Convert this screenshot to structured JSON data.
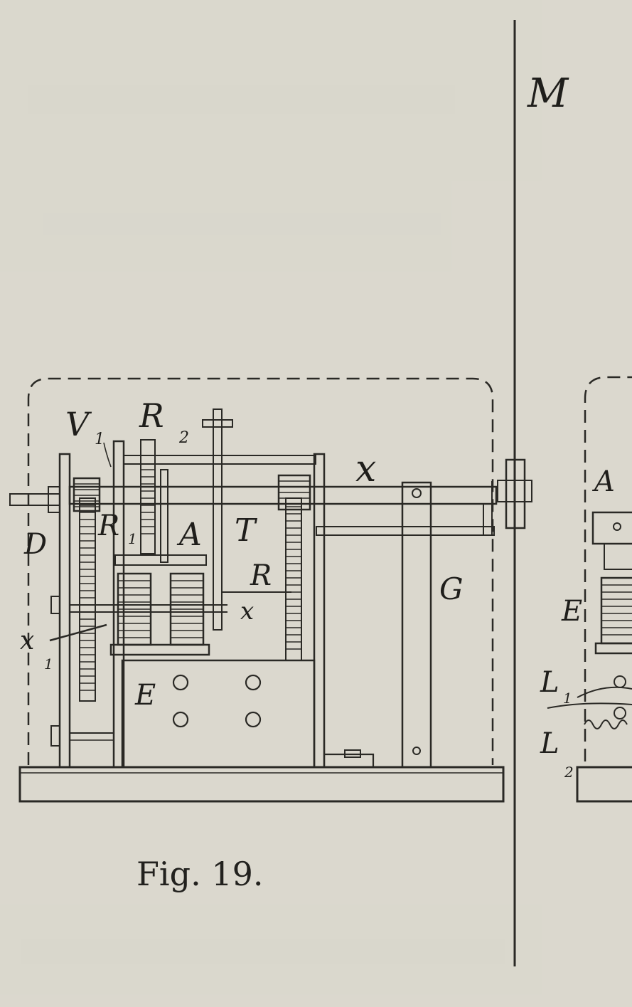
{
  "figure": {
    "caption": "Fig. 19.",
    "labels": {
      "V1_main": "V",
      "V1_sub": "1",
      "R2_main": "R",
      "R2_sub": "2",
      "R1_main": "R",
      "R1_sub": "1",
      "R_main": "R",
      "D": "D",
      "A": "A",
      "T": "T",
      "X": "x",
      "x_small": "x",
      "x1_main": "x",
      "x1_sub": "1",
      "E": "E",
      "G": "G"
    }
  },
  "side_figure": {
    "labels": {
      "M": "M",
      "A_partial": "A",
      "E": "E",
      "L1_main": "L",
      "L1_sub": "1",
      "L2_main": "L",
      "L2_sub": "2"
    }
  },
  "colors": {
    "paper": "#dcdad0",
    "ink": "#2a2925"
  }
}
